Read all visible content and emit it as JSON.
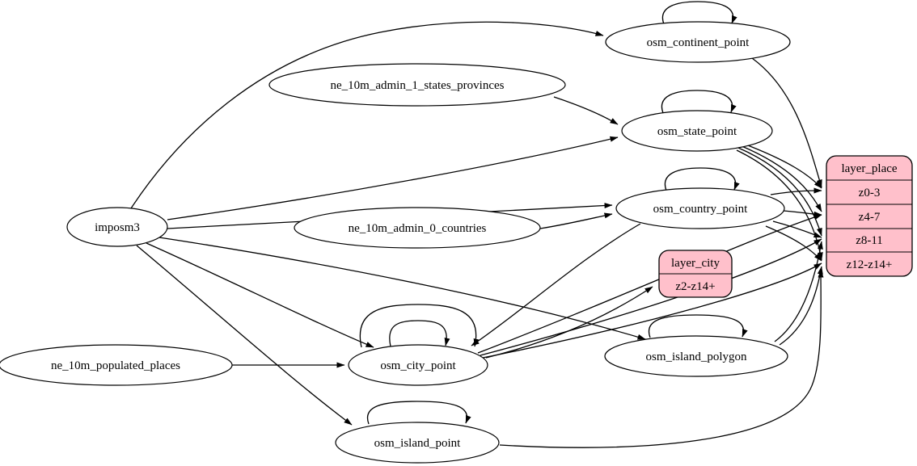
{
  "colors": {
    "background": "#ffffff",
    "node_fill": "#ffffff",
    "record_fill": "#ffc0cb",
    "stroke": "#000000"
  },
  "nodes": {
    "imposm3": "imposm3",
    "ne_states": "ne_10m_admin_1_states_provinces",
    "ne_countries": "ne_10m_admin_0_countries",
    "ne_places": "ne_10m_populated_places",
    "continent": "osm_continent_point",
    "state": "osm_state_point",
    "country": "osm_country_point",
    "city": "osm_city_point",
    "island_polygon": "osm_island_polygon",
    "island_point": "osm_island_point"
  },
  "layer_city": {
    "title": "layer_city",
    "rows": [
      "z2-z14+"
    ]
  },
  "layer_place": {
    "title": "layer_place",
    "rows": [
      "z0-3",
      "z4-7",
      "z8-11",
      "z12-z14+"
    ]
  },
  "edges": [
    {
      "from": "imposm3",
      "to": "osm_continent_point"
    },
    {
      "from": "imposm3",
      "to": "osm_state_point"
    },
    {
      "from": "imposm3",
      "to": "osm_country_point"
    },
    {
      "from": "imposm3",
      "to": "osm_city_point"
    },
    {
      "from": "imposm3",
      "to": "osm_island_polygon"
    },
    {
      "from": "imposm3",
      "to": "osm_island_point"
    },
    {
      "from": "ne_10m_admin_1_states_provinces",
      "to": "osm_state_point"
    },
    {
      "from": "ne_10m_admin_0_countries",
      "to": "osm_country_point"
    },
    {
      "from": "ne_10m_populated_places",
      "to": "osm_city_point"
    },
    {
      "from": "osm_continent_point",
      "to": "osm_continent_point"
    },
    {
      "from": "osm_state_point",
      "to": "osm_state_point"
    },
    {
      "from": "osm_country_point",
      "to": "osm_country_point"
    },
    {
      "from": "osm_city_point",
      "to": "osm_city_point"
    },
    {
      "from": "osm_city_point",
      "to": "osm_city_point"
    },
    {
      "from": "osm_island_polygon",
      "to": "osm_island_polygon"
    },
    {
      "from": "osm_island_point",
      "to": "osm_island_point"
    },
    {
      "from": "osm_country_point",
      "to": "osm_city_point"
    },
    {
      "from": "osm_continent_point",
      "to": "layer_place:z0-3"
    },
    {
      "from": "osm_state_point",
      "to": "layer_place:z0-3"
    },
    {
      "from": "osm_state_point",
      "to": "layer_place:z4-7"
    },
    {
      "from": "osm_state_point",
      "to": "layer_place:z8-11"
    },
    {
      "from": "osm_state_point",
      "to": "layer_place:z12-z14+"
    },
    {
      "from": "osm_country_point",
      "to": "layer_place:z0-3"
    },
    {
      "from": "osm_country_point",
      "to": "layer_place:z4-7"
    },
    {
      "from": "osm_country_point",
      "to": "layer_place:z8-11"
    },
    {
      "from": "osm_country_point",
      "to": "layer_place:z12-z14+"
    },
    {
      "from": "osm_city_point",
      "to": "layer_city:z2-z14+"
    },
    {
      "from": "osm_city_point",
      "to": "layer_place:z4-7"
    },
    {
      "from": "osm_city_point",
      "to": "layer_place:z8-11"
    },
    {
      "from": "osm_city_point",
      "to": "layer_place:z12-z14+"
    },
    {
      "from": "osm_island_polygon",
      "to": "layer_place:z8-11"
    },
    {
      "from": "osm_island_polygon",
      "to": "layer_place:z12-z14+"
    },
    {
      "from": "osm_island_point",
      "to": "layer_place:z12-z14+"
    }
  ]
}
